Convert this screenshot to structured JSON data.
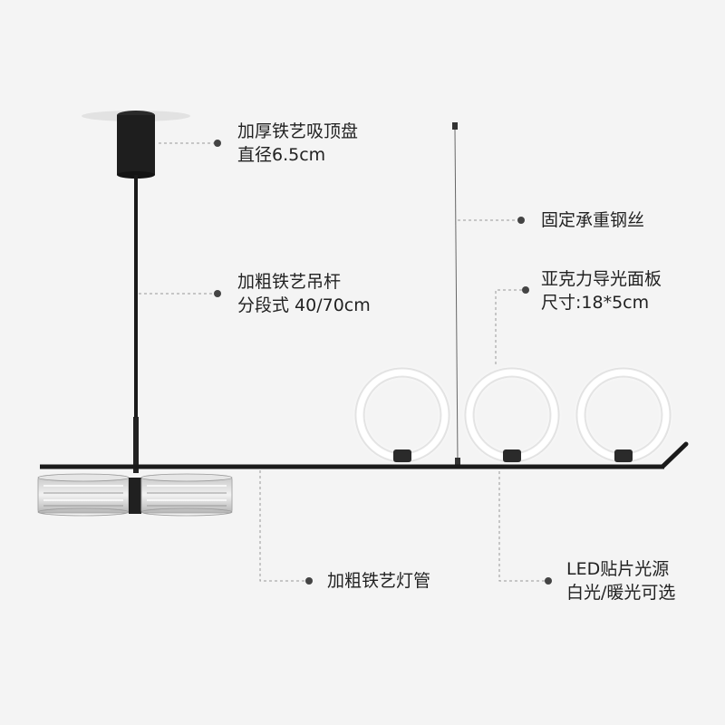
{
  "annotations": {
    "ceiling_plate": {
      "line1": "加厚铁艺吸顶盘",
      "line2": "直径6.5cm"
    },
    "support_wire": {
      "line1": "固定承重钢丝"
    },
    "hanging_rod": {
      "line1": "加粗铁艺吊杆",
      "line2": "分段式 40/70cm"
    },
    "acrylic_panel": {
      "line1": "亚克力导光面板",
      "line2": "尺寸:18*5cm"
    },
    "lamp_tube": {
      "line1": "加粗铁艺灯管"
    },
    "led_source": {
      "line1": "LED贴片光源",
      "line2": "白光/暖光可选"
    }
  },
  "colors": {
    "background": "#f4f4f4",
    "metal": "#1a1a1a",
    "leader_line": "#999999",
    "ring_glow": "#ffffff"
  }
}
